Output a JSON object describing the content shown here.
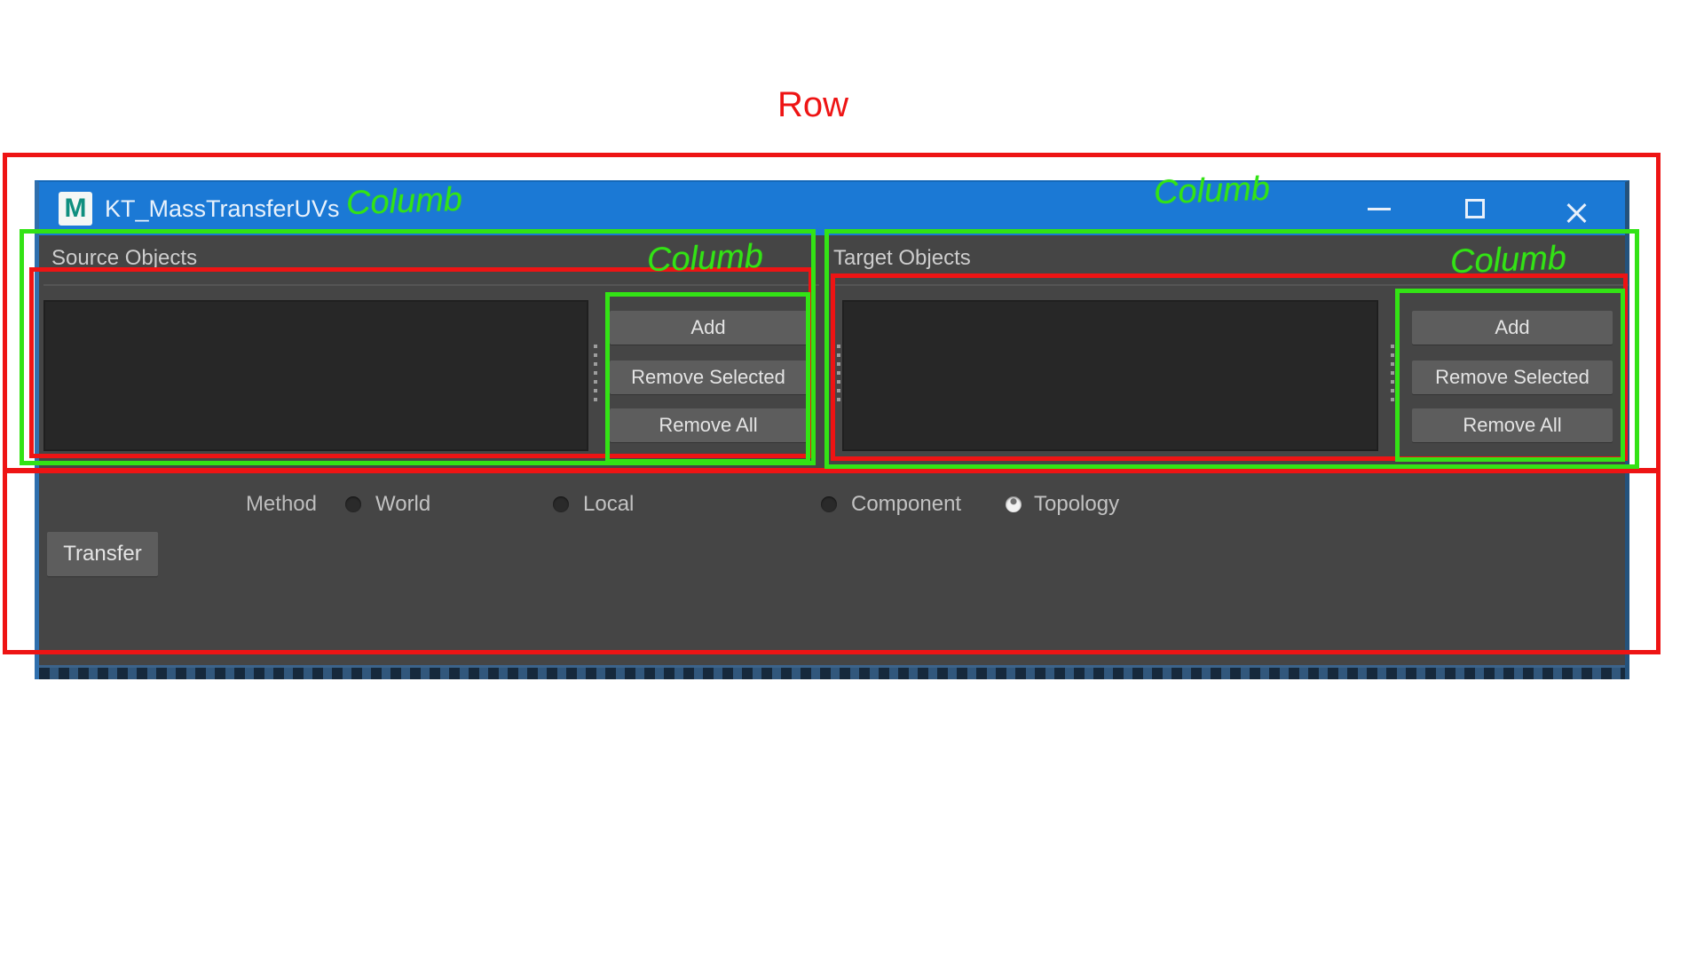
{
  "colors": {
    "annotation_red": "#ee1414",
    "annotation_green": "#33e315",
    "titlebar_blue": "#1b79d5",
    "window_background": "#454545",
    "list_background": "#272727",
    "button_background": "#5d5d5d"
  },
  "annotations": {
    "row_label": "Row",
    "column_label_titlebar": "Columb",
    "column_label_titlebar_right": "Columb",
    "column_label_source_buttons": "Columb",
    "column_label_target_buttons": "Columb"
  },
  "window": {
    "title": "KT_MassTransferUVs",
    "app_icon_letter": "M",
    "icons": {
      "minimize_icon": "horizontal-bar",
      "maximize_icon": "hollow-square",
      "close_icon": "x-cross"
    }
  },
  "source_panel": {
    "label": "Source Objects",
    "buttons": [
      "Add",
      "Remove Selected",
      "Remove All"
    ]
  },
  "target_panel": {
    "label": "Target Objects",
    "buttons": [
      "Add",
      "Remove Selected",
      "Remove All"
    ]
  },
  "method": {
    "label": "Method",
    "options": [
      {
        "label": "World",
        "selected": false
      },
      {
        "label": "Local",
        "selected": false
      },
      {
        "label": "Component",
        "selected": false
      },
      {
        "label": "Topology",
        "selected": true
      }
    ]
  },
  "transfer_label": "Transfer"
}
